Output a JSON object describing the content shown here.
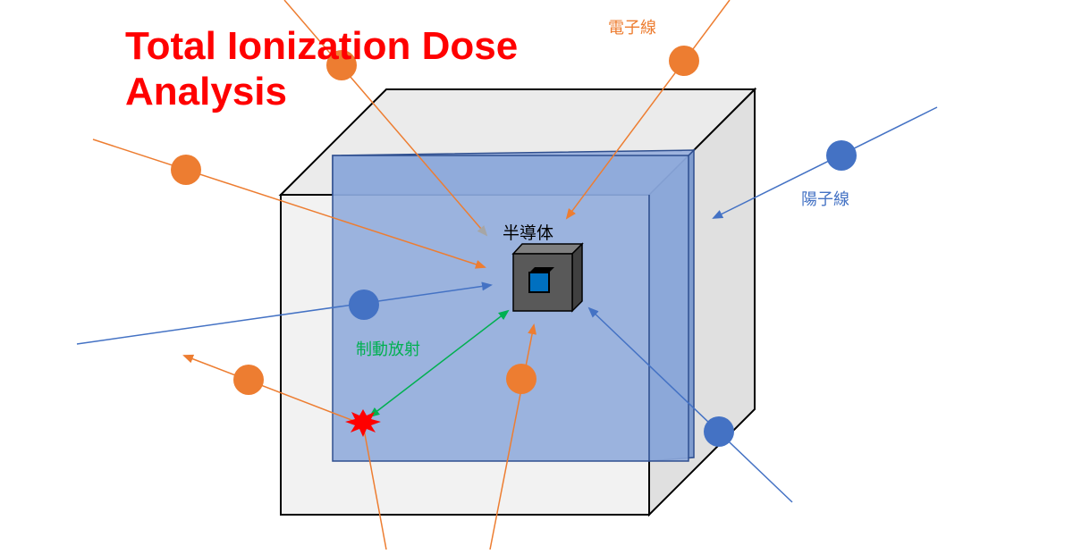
{
  "title": {
    "line1": "Total Ionization Dose",
    "line2": "Analysis",
    "color": "#ff0000"
  },
  "labels": {
    "electron": "電子線",
    "proton": "陽子線",
    "bremsstrahlung": "制動放射",
    "semiconductor": "半導体"
  },
  "colors": {
    "electron": "#ed7d31",
    "proton": "#4472c4",
    "bremsstrahlung": "#00b050",
    "shield_front": "#f2f2f2",
    "shield_side": "#e0e0e0",
    "plate": "#8eaadb",
    "chip": "#595959",
    "die": "#0070c0",
    "burst": "#ff0000"
  }
}
